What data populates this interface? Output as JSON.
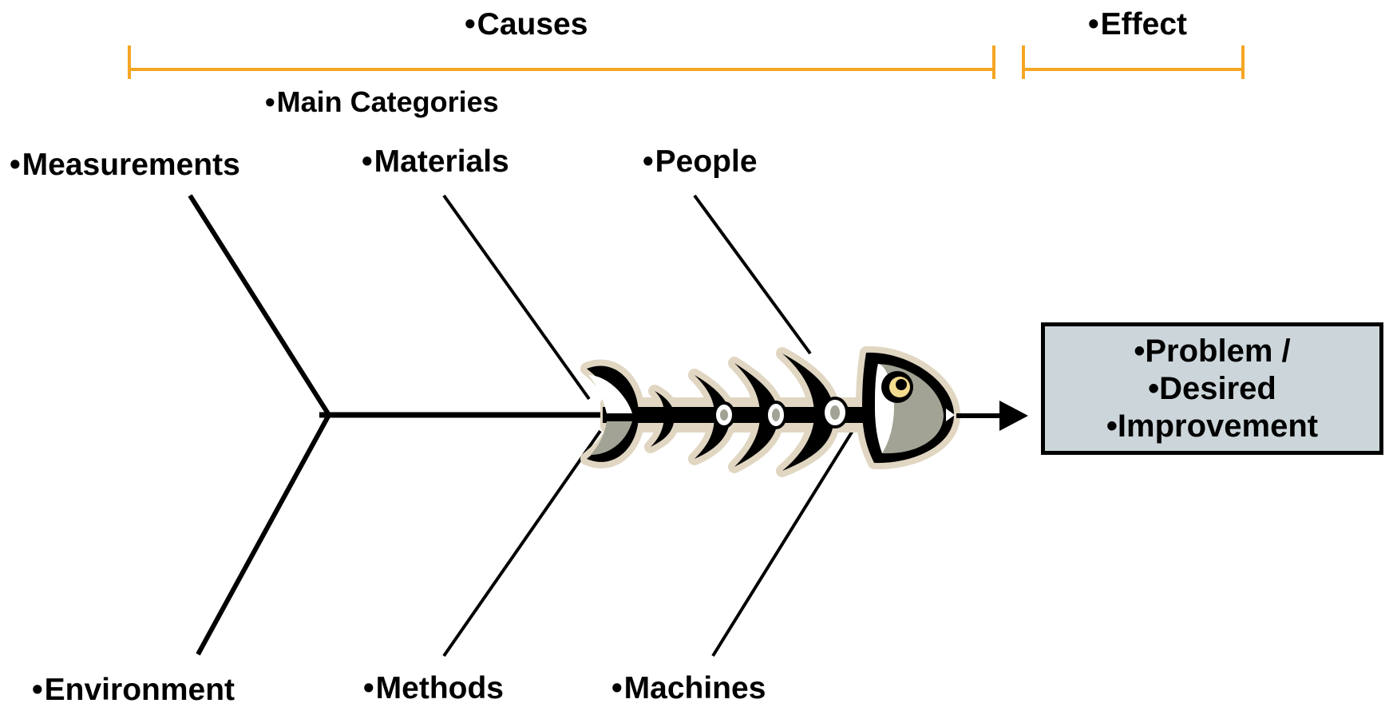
{
  "header": {
    "causes_label": "Causes",
    "effect_label": "Effect",
    "main_categories_label": "Main Categories"
  },
  "categories": {
    "top": [
      "Measurements",
      "Materials",
      "People"
    ],
    "bottom": [
      "Environment",
      "Methods",
      "Machines"
    ]
  },
  "effect_box": {
    "lines": [
      "Problem /",
      "Desired",
      "Improvement"
    ]
  },
  "colors": {
    "bracket": "#f5a623",
    "effect_box_fill": "#ccd6da",
    "line": "#000000",
    "fish_fill": "#a3a395",
    "fish_eye": "#f3dc8f",
    "fish_outline_glow": "#e0d6c2"
  },
  "icons": {
    "fish": "fish-skeleton-icon",
    "arrow": "arrow-right-icon"
  }
}
